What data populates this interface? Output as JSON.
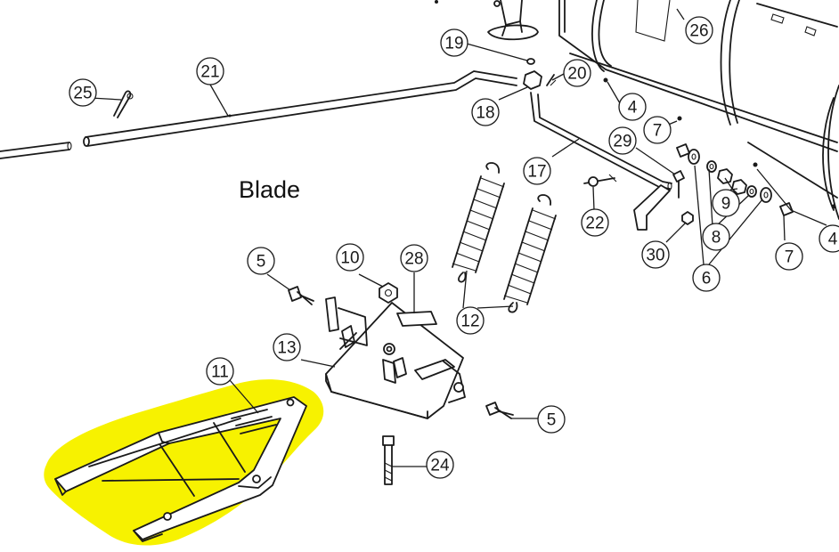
{
  "diagram": {
    "section_label": "Blade",
    "highlight_color": "#f7f200",
    "line_color": "#1a1a1a",
    "callouts": [
      {
        "id": "c25",
        "number": "25"
      },
      {
        "id": "c21",
        "number": "21"
      },
      {
        "id": "c19",
        "number": "19"
      },
      {
        "id": "c20",
        "number": "20"
      },
      {
        "id": "c18",
        "number": "18"
      },
      {
        "id": "c26",
        "number": "26"
      },
      {
        "id": "c4a",
        "number": "4"
      },
      {
        "id": "c7a",
        "number": "7"
      },
      {
        "id": "c29",
        "number": "29"
      },
      {
        "id": "c17",
        "number": "17"
      },
      {
        "id": "c9",
        "number": "9"
      },
      {
        "id": "c8",
        "number": "8"
      },
      {
        "id": "c22",
        "number": "22"
      },
      {
        "id": "c30",
        "number": "30"
      },
      {
        "id": "c6",
        "number": "6"
      },
      {
        "id": "c4b",
        "number": "4"
      },
      {
        "id": "c7b",
        "number": "7"
      },
      {
        "id": "c5a",
        "number": "5"
      },
      {
        "id": "c10",
        "number": "10"
      },
      {
        "id": "c28",
        "number": "28"
      },
      {
        "id": "c12",
        "number": "12"
      },
      {
        "id": "c13",
        "number": "13"
      },
      {
        "id": "c11",
        "number": "11"
      },
      {
        "id": "c5b",
        "number": "5"
      },
      {
        "id": "c24",
        "number": "24"
      }
    ]
  }
}
